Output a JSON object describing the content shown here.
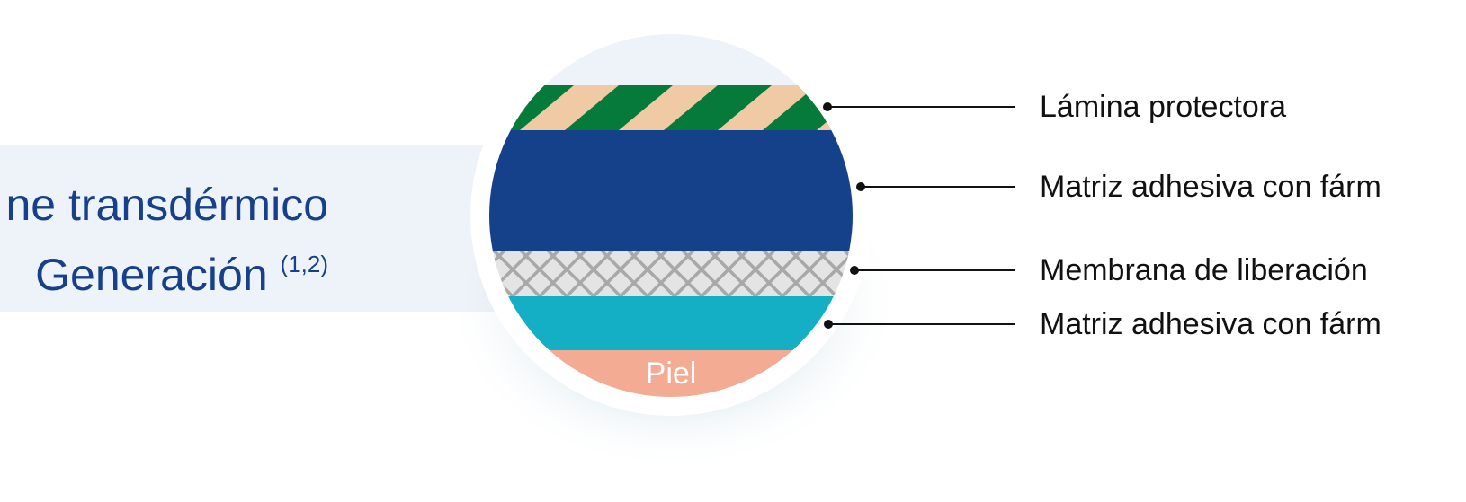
{
  "title": {
    "line1": "ne transdérmico",
    "line2": "Generación",
    "superscript": "(1,2)"
  },
  "layers": [
    {
      "label": "Lámina protectora"
    },
    {
      "label": "Matriz adhesiva con fárm"
    },
    {
      "label": "Membrana de liberación"
    },
    {
      "label": "Matriz adhesiva con fárm"
    }
  ],
  "skin_label": "Piel",
  "colors": {
    "title": "#16418a",
    "band": "#eef2f9",
    "protective_green": "#057a3a",
    "protective_stripe": "#f0caa4",
    "matrix_blue": "#15418a",
    "membrane_bg": "#e4e4e4",
    "membrane_grid": "#a8a8a8",
    "adhesive_teal": "#14aec5",
    "skin": "#f4ab93"
  }
}
